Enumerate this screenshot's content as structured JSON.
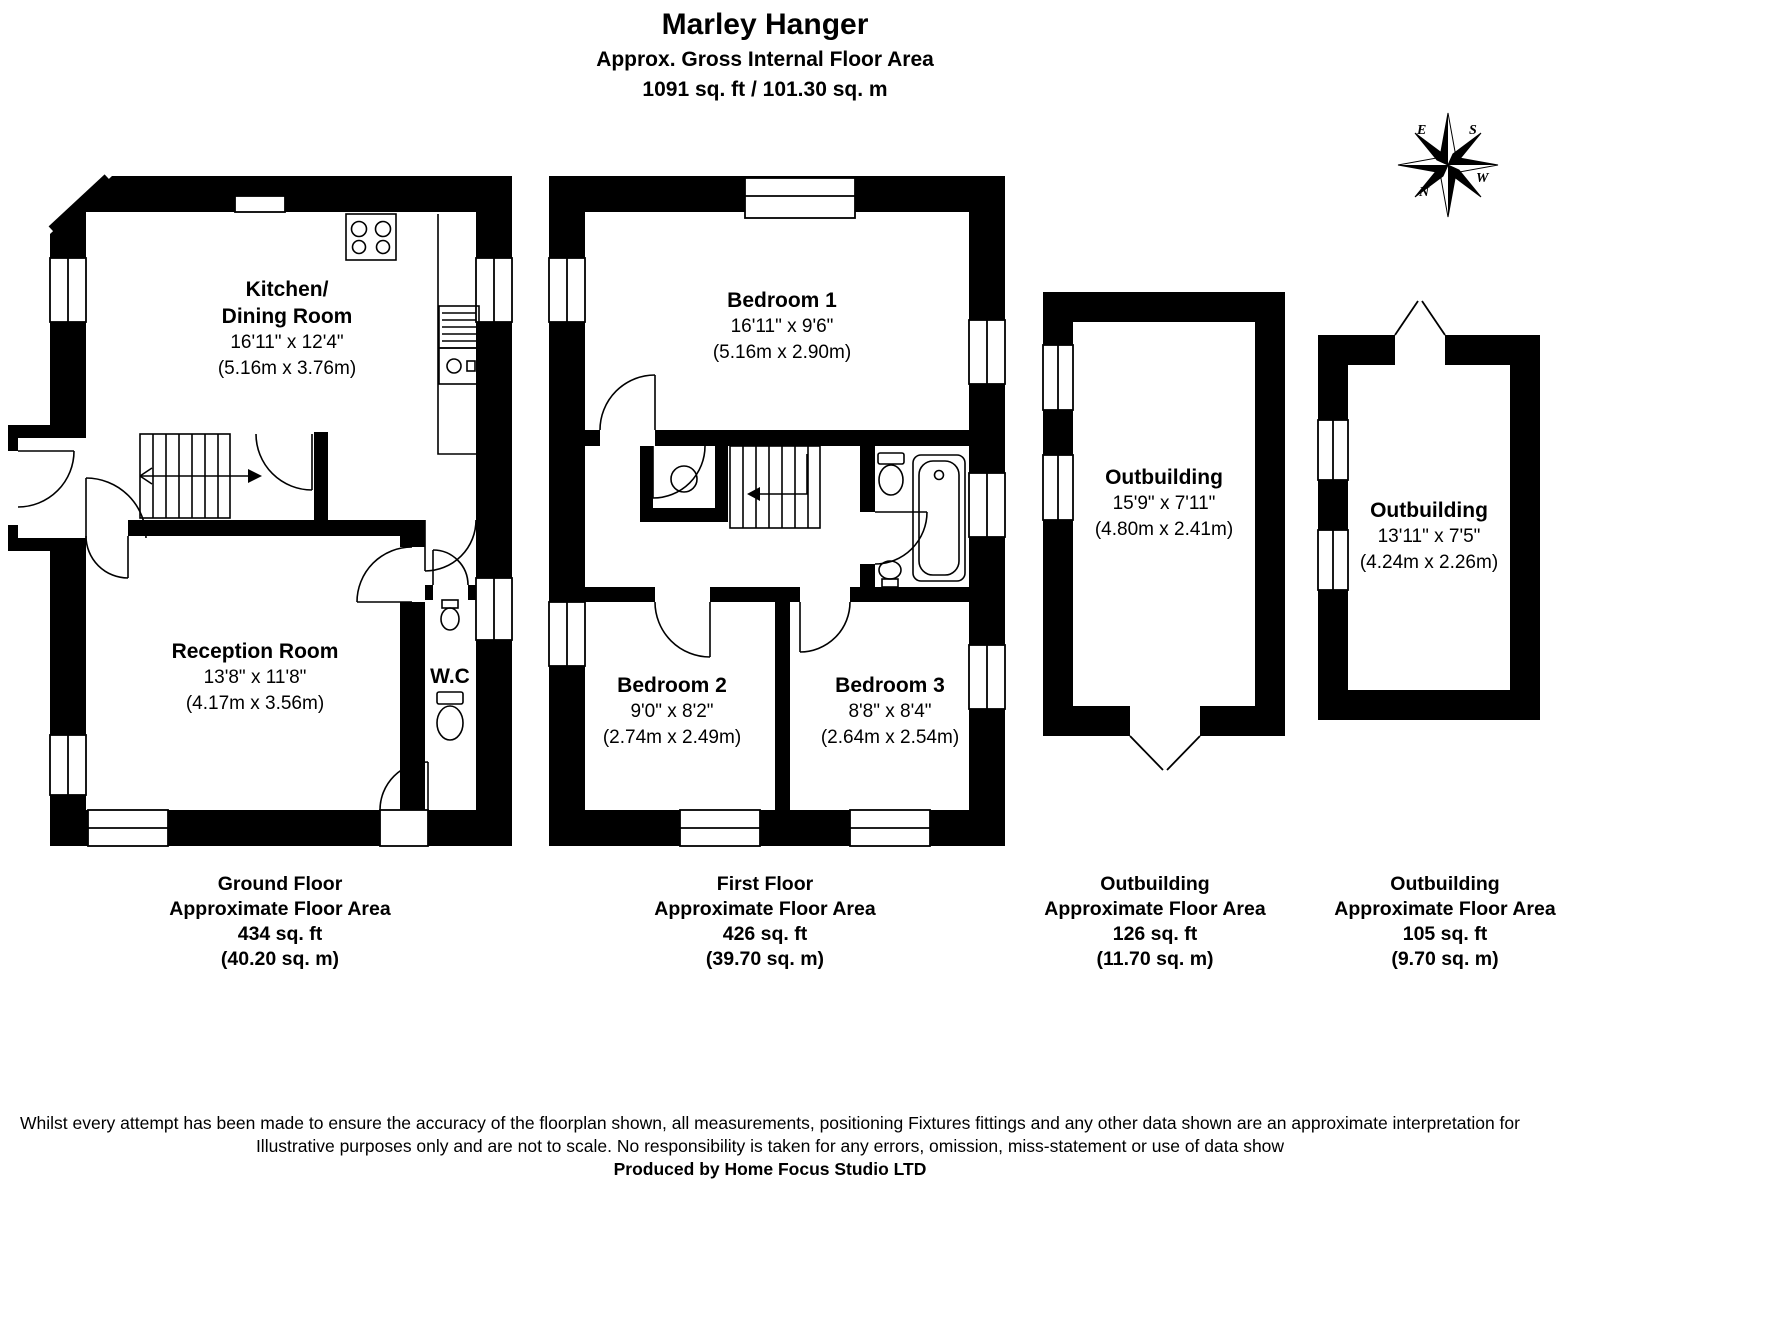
{
  "header": {
    "title": "Marley Hanger",
    "subtitle": "Approx. Gross Internal Floor Area",
    "total_area": "1091 sq. ft / 101.30 sq. m"
  },
  "compass": {
    "north": "N",
    "east": "E",
    "south": "S",
    "west": "W"
  },
  "ground_floor": {
    "kitchen": {
      "name_line1": "Kitchen/",
      "name_line2": "Dining Room",
      "dims": "16'11\" x 12'4\"",
      "dims_metric": "(5.16m x 3.76m)"
    },
    "reception": {
      "name": "Reception Room",
      "dims": "13'8\" x 11'8\"",
      "dims_metric": "(4.17m x 3.56m)"
    },
    "wc": {
      "name": "W.C"
    },
    "caption": {
      "line1": "Ground Floor",
      "line2": "Approximate Floor Area",
      "line3": "434 sq. ft",
      "line4": "(40.20 sq. m)"
    }
  },
  "first_floor": {
    "bedroom1": {
      "name": "Bedroom 1",
      "dims": "16'11\" x 9'6\"",
      "dims_metric": "(5.16m x 2.90m)"
    },
    "bedroom2": {
      "name": "Bedroom 2",
      "dims": "9'0\" x 8'2\"",
      "dims_metric": "(2.74m x 2.49m)"
    },
    "bedroom3": {
      "name": "Bedroom 3",
      "dims": "8'8\" x 8'4\"",
      "dims_metric": "(2.64m x 2.54m)"
    },
    "caption": {
      "line1": "First Floor",
      "line2": "Approximate Floor Area",
      "line3": "426 sq. ft",
      "line4": "(39.70 sq. m)"
    }
  },
  "outbuilding1": {
    "room": {
      "name": "Outbuilding",
      "dims": "15'9\" x 7'11\"",
      "dims_metric": "(4.80m x 2.41m)"
    },
    "caption": {
      "line1": "Outbuilding",
      "line2": "Approximate Floor Area",
      "line3": "126 sq. ft",
      "line4": "(11.70 sq. m)"
    }
  },
  "outbuilding2": {
    "room": {
      "name": "Outbuilding",
      "dims": "13'11\" x 7'5\"",
      "dims_metric": "(4.24m x 2.26m)"
    },
    "caption": {
      "line1": "Outbuilding",
      "line2": "Approximate Floor Area",
      "line3": "105 sq. ft",
      "line4": "(9.70 sq. m)"
    }
  },
  "footer": {
    "line1": "Whilst every attempt has been made to ensure the accuracy of the floorplan shown, all measurements, positioning Fixtures fittings and any other data shown are an approximate interpretation for",
    "line2": "Illustrative purposes only  and are not to scale. No responsibility is taken for any errors, omission, miss-statement or use of data show",
    "line3": "Produced by Home Focus Studio LTD"
  }
}
